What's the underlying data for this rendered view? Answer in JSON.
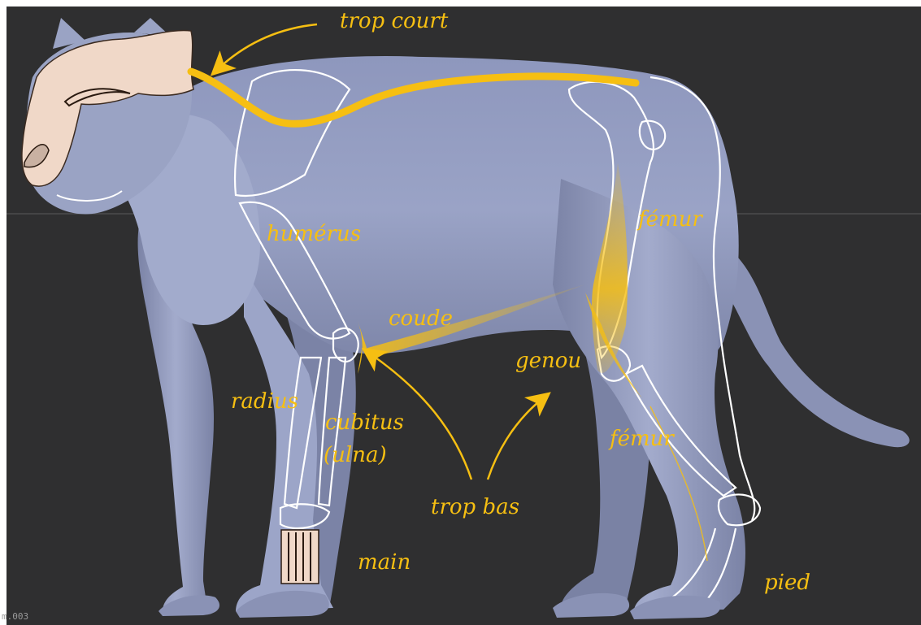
{
  "annotations": {
    "trop_court": "trop court",
    "humerus": "humérus",
    "femur_upper": "fémur",
    "coude": "coude",
    "genou": "genou",
    "radius": "radius",
    "cubitus": "cubitus",
    "ulna": "(ulna)",
    "femur_lower": "fémur",
    "trop_bas": "trop bas",
    "main": "main",
    "pied": "pied"
  },
  "viewport_corner_label": "m.003",
  "colors": {
    "background": "#2f2f30",
    "body": "#8b94b8",
    "highlight": "#f6bf12",
    "skull": "#f0d8c8",
    "bone_outline": "#ffffff"
  }
}
